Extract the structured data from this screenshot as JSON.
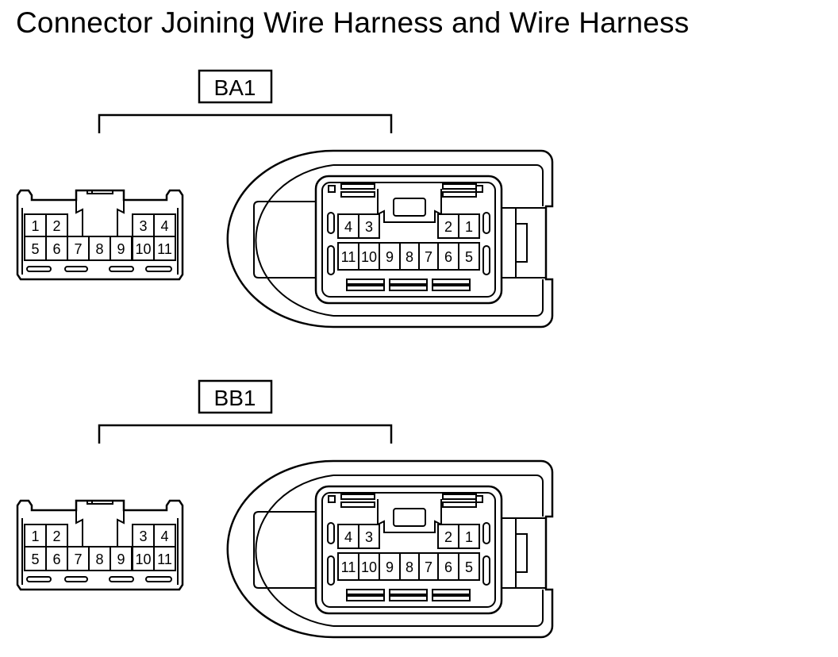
{
  "title": "Connector Joining Wire Harness and Wire Harness",
  "connectors": [
    {
      "label": "BA1",
      "male_top": [
        "1",
        "2",
        "3",
        "4"
      ],
      "male_bottom": [
        "5",
        "6",
        "7",
        "8",
        "9",
        "10",
        "11"
      ],
      "female_top": [
        "4",
        "3",
        "2",
        "1"
      ],
      "female_bottom": [
        "11",
        "10",
        "9",
        "8",
        "7",
        "6",
        "5"
      ]
    },
    {
      "label": "BB1",
      "male_top": [
        "1",
        "2",
        "3",
        "4"
      ],
      "male_bottom": [
        "5",
        "6",
        "7",
        "8",
        "9",
        "10",
        "11"
      ],
      "female_top": [
        "4",
        "3",
        "2",
        "1"
      ],
      "female_bottom": [
        "11",
        "10",
        "9",
        "8",
        "7",
        "6",
        "5"
      ]
    }
  ]
}
